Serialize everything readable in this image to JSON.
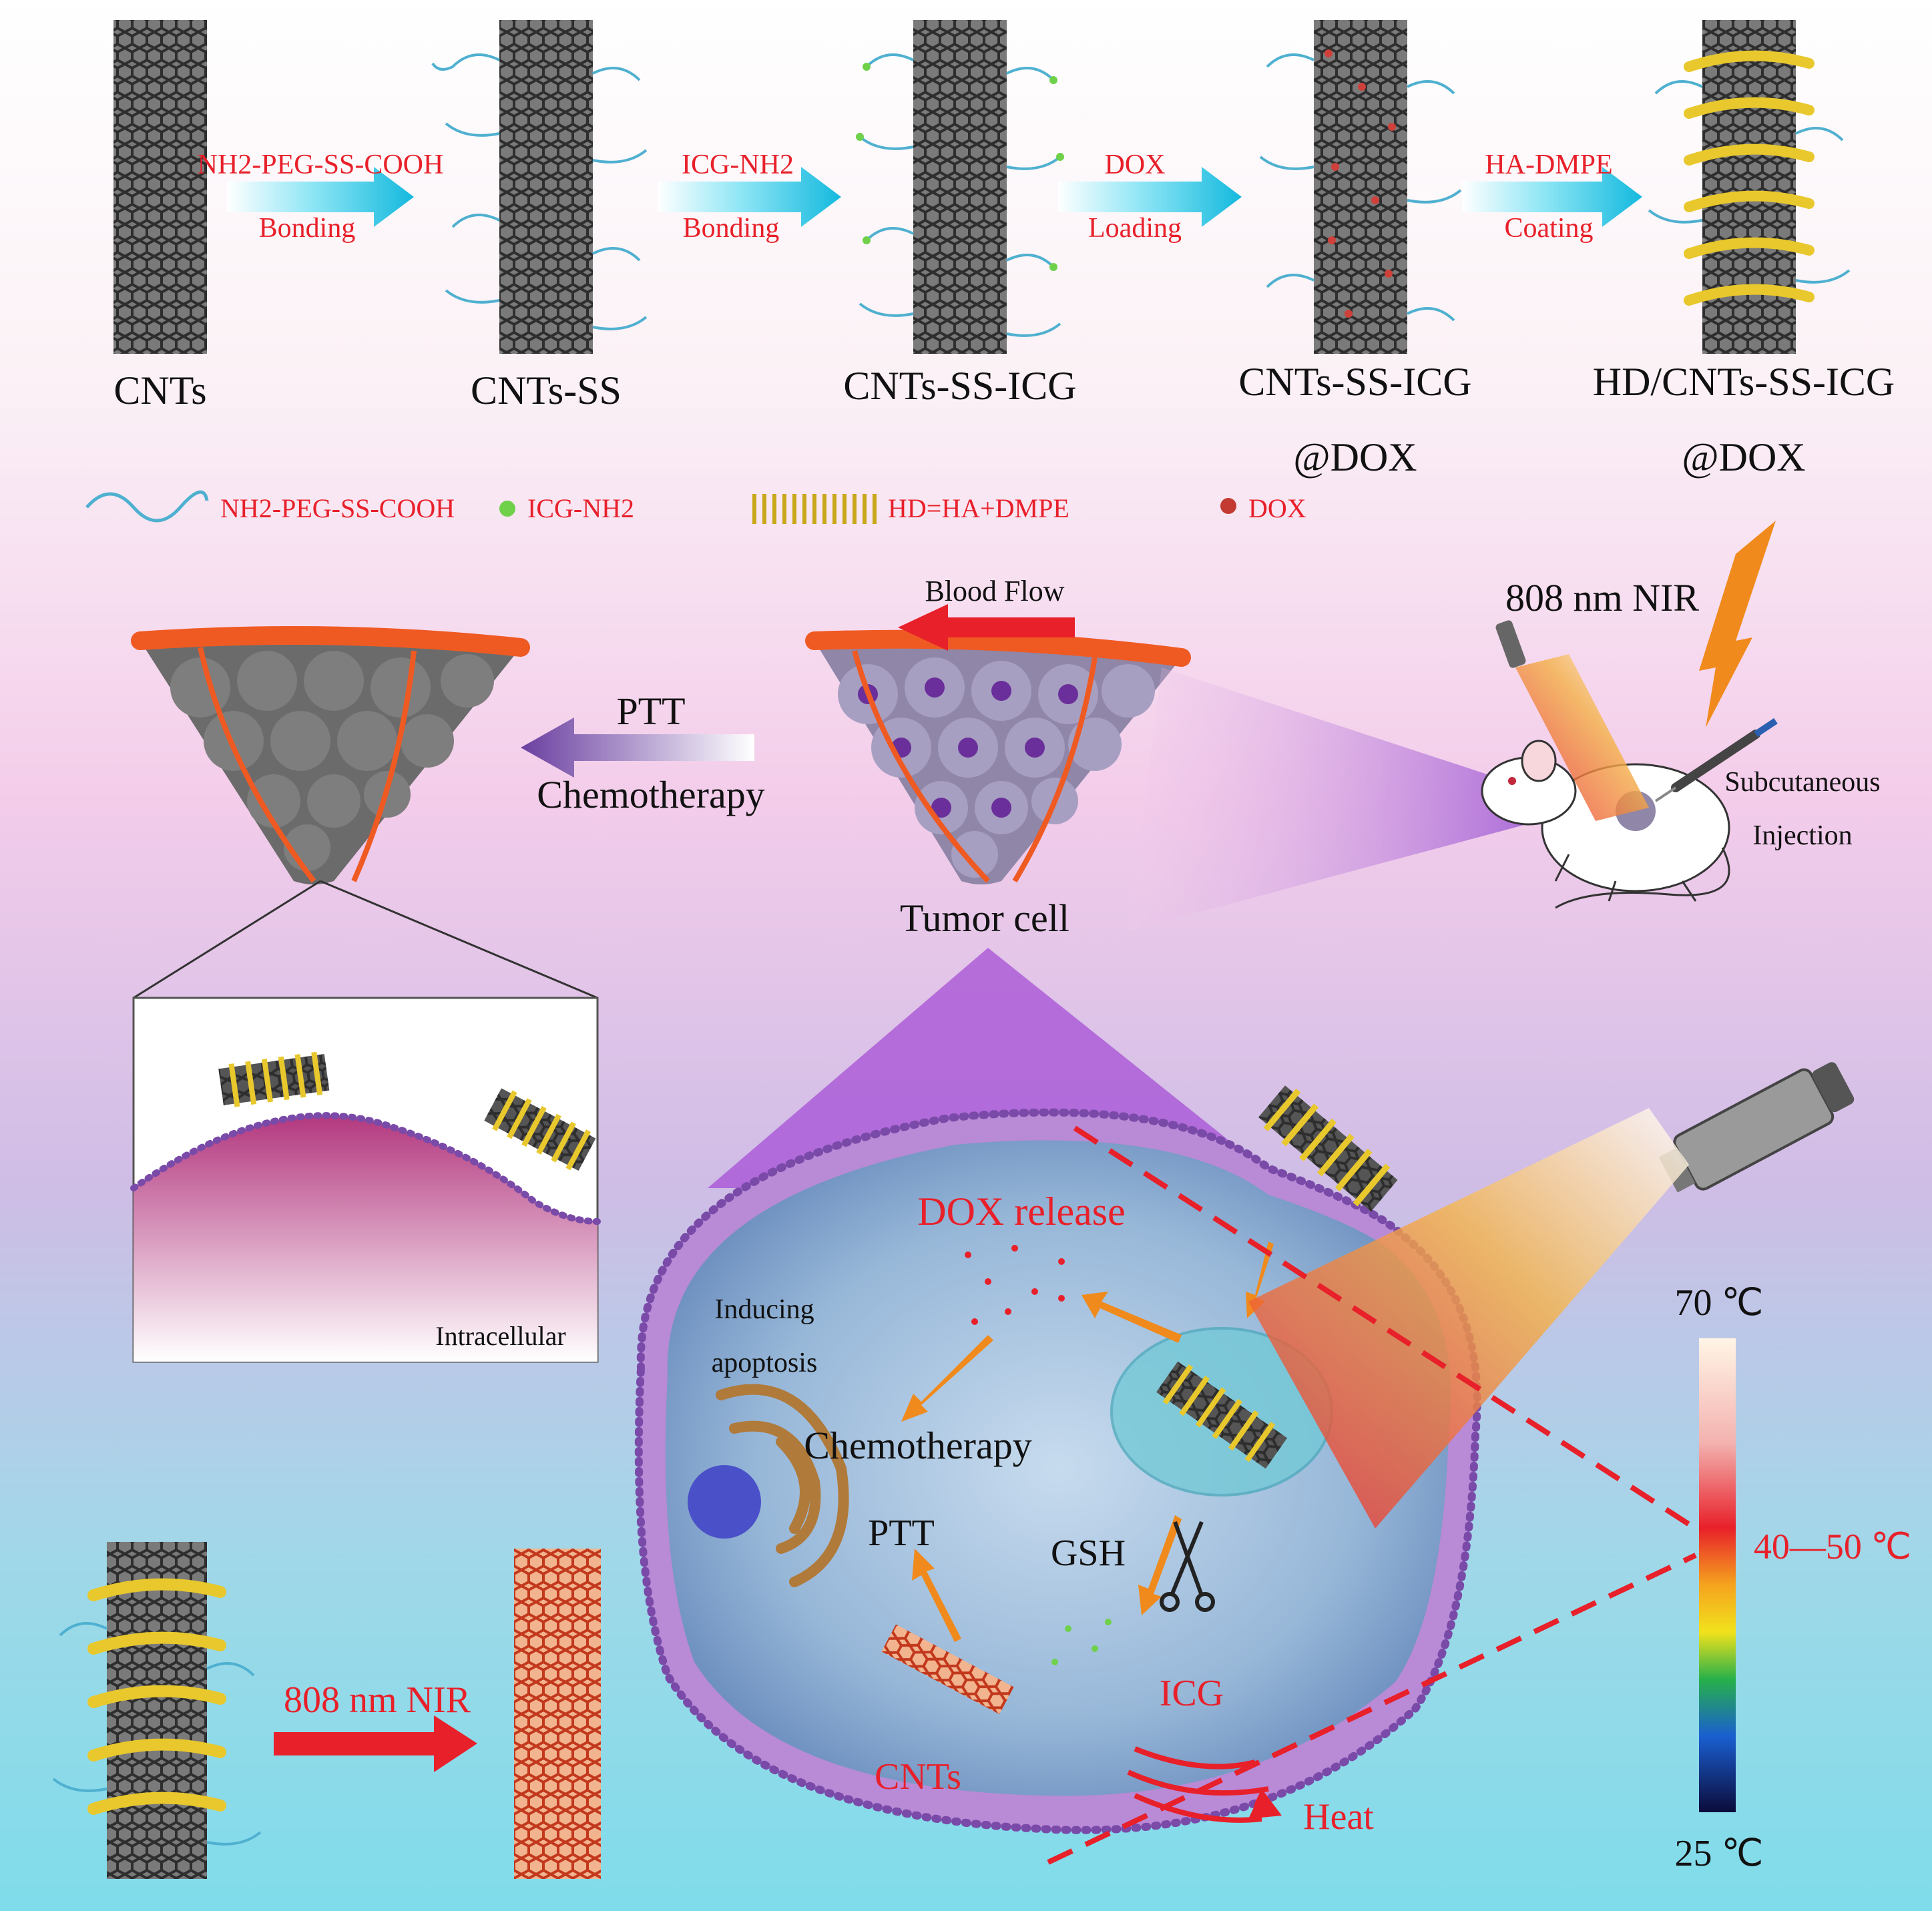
{
  "steps": [
    {
      "top": "NH2-PEG-SS-COOH",
      "bottom": "Bonding"
    },
    {
      "top": "ICG-NH2",
      "bottom": "Bonding"
    },
    {
      "top": "DOX",
      "bottom": "Loading"
    },
    {
      "top": "HA-DMPE",
      "bottom": "Coating"
    }
  ],
  "tubes": [
    {
      "line1": "CNTs",
      "line2": ""
    },
    {
      "line1": "CNTs-SS",
      "line2": ""
    },
    {
      "line1": "CNTs-SS-ICG",
      "line2": ""
    },
    {
      "line1": "CNTs-SS-ICG",
      "line2": "@DOX"
    },
    {
      "line1": "HD/CNTs-SS-ICG",
      "line2": "@DOX"
    }
  ],
  "legend": {
    "peg": "NH2-PEG-SS-COOH",
    "icg": "ICG-NH2",
    "hd": "HD=HA+DMPE",
    "dox": "DOX"
  },
  "middle": {
    "blood_flow": "Blood Flow",
    "nir": "808 nm NIR",
    "ptt": "PTT",
    "chemo": "Chemotherapy",
    "tumor": "Tumor cell",
    "injection1": "Subcutaneous",
    "injection2": "Injection",
    "intracellular": "Intracellular"
  },
  "cell": {
    "dox_release": "DOX release",
    "inducing": "Inducing",
    "apoptosis": "apoptosis",
    "chemo": "Chemotherapy",
    "ptt": "PTT",
    "gsh": "GSH",
    "icg": "ICG",
    "cnts": "CNTs",
    "heat": "Heat",
    "nir": "808 nm NIR"
  },
  "scale": {
    "top": "70 ℃",
    "mid": "40—50 ℃",
    "bottom": "25 ℃"
  },
  "colors": {
    "label_red": "#e8202a",
    "arrow_cyan": "#1fc7e6",
    "tube_dark": "#3a3a3a",
    "coil_yellow": "#e8c82c",
    "vessel_orange": "#ef5a23",
    "cell_blue": "#8fb3d4"
  }
}
